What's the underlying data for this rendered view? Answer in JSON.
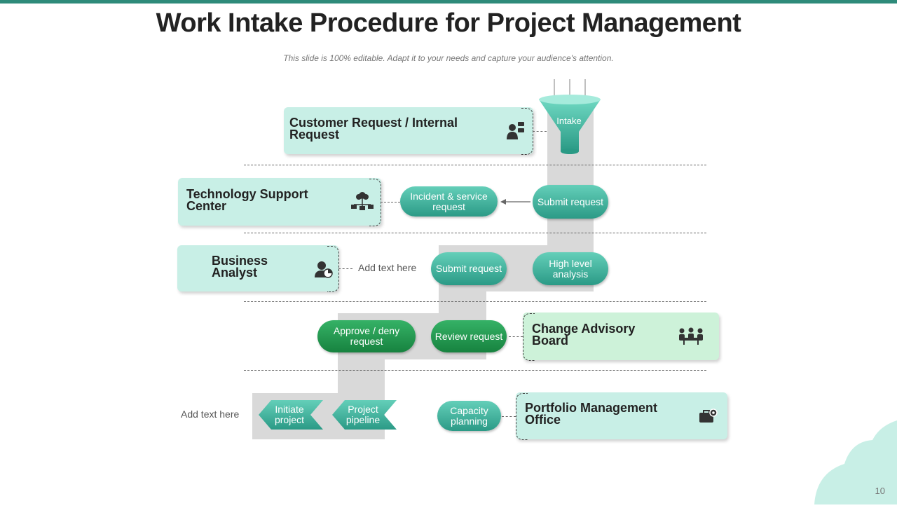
{
  "header": {
    "title": "Work Intake Procedure for Project Management",
    "subtitle": "This slide is 100% editable. Adapt it to your needs and capture your audience's attention."
  },
  "funnel": {
    "label": "Intake"
  },
  "roles": [
    {
      "label": "Customer Request / Internal Request",
      "icon": "customer-support-icon"
    },
    {
      "label": "Technology Support Center",
      "icon": "network-icon"
    },
    {
      "label": "Business Analyst",
      "icon": "analyst-icon"
    },
    {
      "label": "Change Advisory Board",
      "icon": "meeting-icon"
    },
    {
      "label": "Portfolio Management Office",
      "icon": "briefcase-gear-icon"
    }
  ],
  "steps": {
    "incident": "Incident & service request",
    "submit_1": "Submit request",
    "submit_2": "Submit request",
    "high_level": "High level analysis",
    "approve": "Approve / deny request",
    "review": "Review request",
    "capacity": "Capacity planning",
    "initiate": "Initiate project",
    "pipeline": "Project pipeline"
  },
  "notes": {
    "add_text_1": "Add text here",
    "add_text_2": "Add text here"
  },
  "page_number": "10",
  "colors": {
    "accent": "#2e8b7a",
    "teal_pill": "#3fb39d",
    "green_pill": "#22994f",
    "role_box": "#c8efe6",
    "path_gray": "#d9d9d9"
  }
}
